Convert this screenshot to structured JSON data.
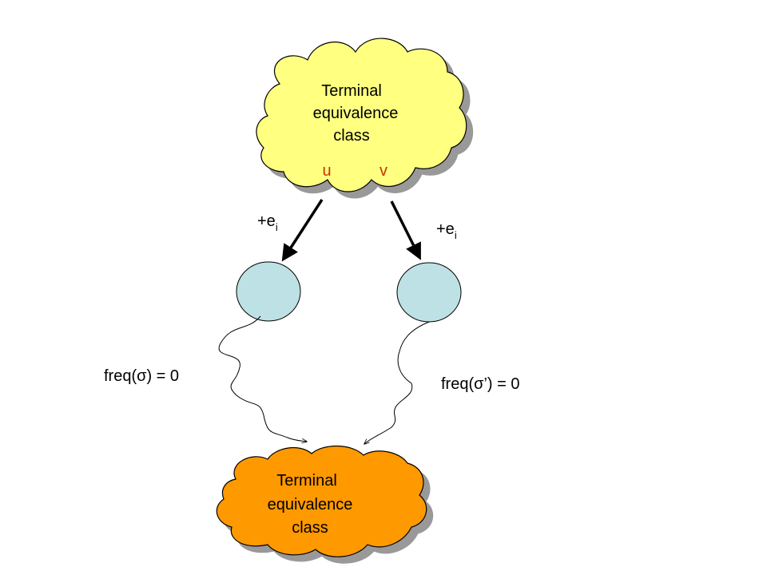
{
  "top_cloud": {
    "lines": [
      "Terminal",
      "equivalence",
      "class"
    ],
    "node_u": "u",
    "node_v": "v",
    "fill": "#ffff80",
    "node_color": "#cc3300"
  },
  "edge_left": {
    "label": "+e",
    "subscript": "i"
  },
  "edge_right": {
    "label": "+e",
    "subscript": "i"
  },
  "node_fill": "#bde1e4",
  "freq_left": "freq(σ) = 0",
  "freq_right": "freq(σ’) = 0",
  "bottom_cloud": {
    "lines": [
      "Terminal",
      "equivalence",
      "class"
    ],
    "fill": "#ff9900"
  }
}
